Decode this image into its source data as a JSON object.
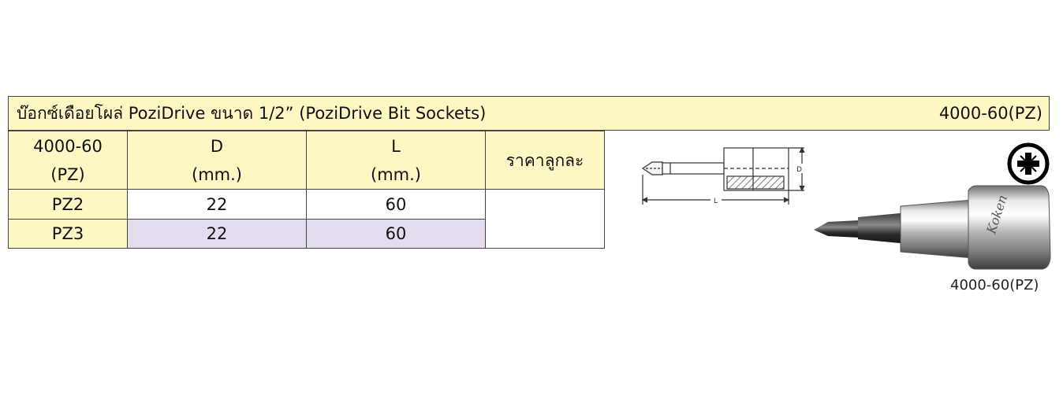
{
  "title": {
    "text": "บ๊อกซ์เดือยโผล่  PoziDrive ขนาด  1/2” (PoziDrive Bit Sockets)",
    "code": "4000-60(PZ)"
  },
  "table": {
    "headers": {
      "code_line1": "4000-60",
      "code_line2": "(PZ)",
      "d_line1": "D",
      "d_line2": "(mm.)",
      "l_line1": "L",
      "l_line2": "(mm.)",
      "price": "ราคาลูกละ"
    },
    "rows": [
      {
        "code": "PZ2",
        "d": "22",
        "l": "60"
      },
      {
        "code": "PZ3",
        "d": "22",
        "l": "60"
      }
    ]
  },
  "drawing": {
    "d_label": "D",
    "l_label": "L"
  },
  "photo": {
    "brand": "Koken",
    "caption": "4000-60(PZ)"
  },
  "colors": {
    "header_bg": "#fdf8c3",
    "lavender_row": "#e5ddef",
    "border": "#444444"
  }
}
